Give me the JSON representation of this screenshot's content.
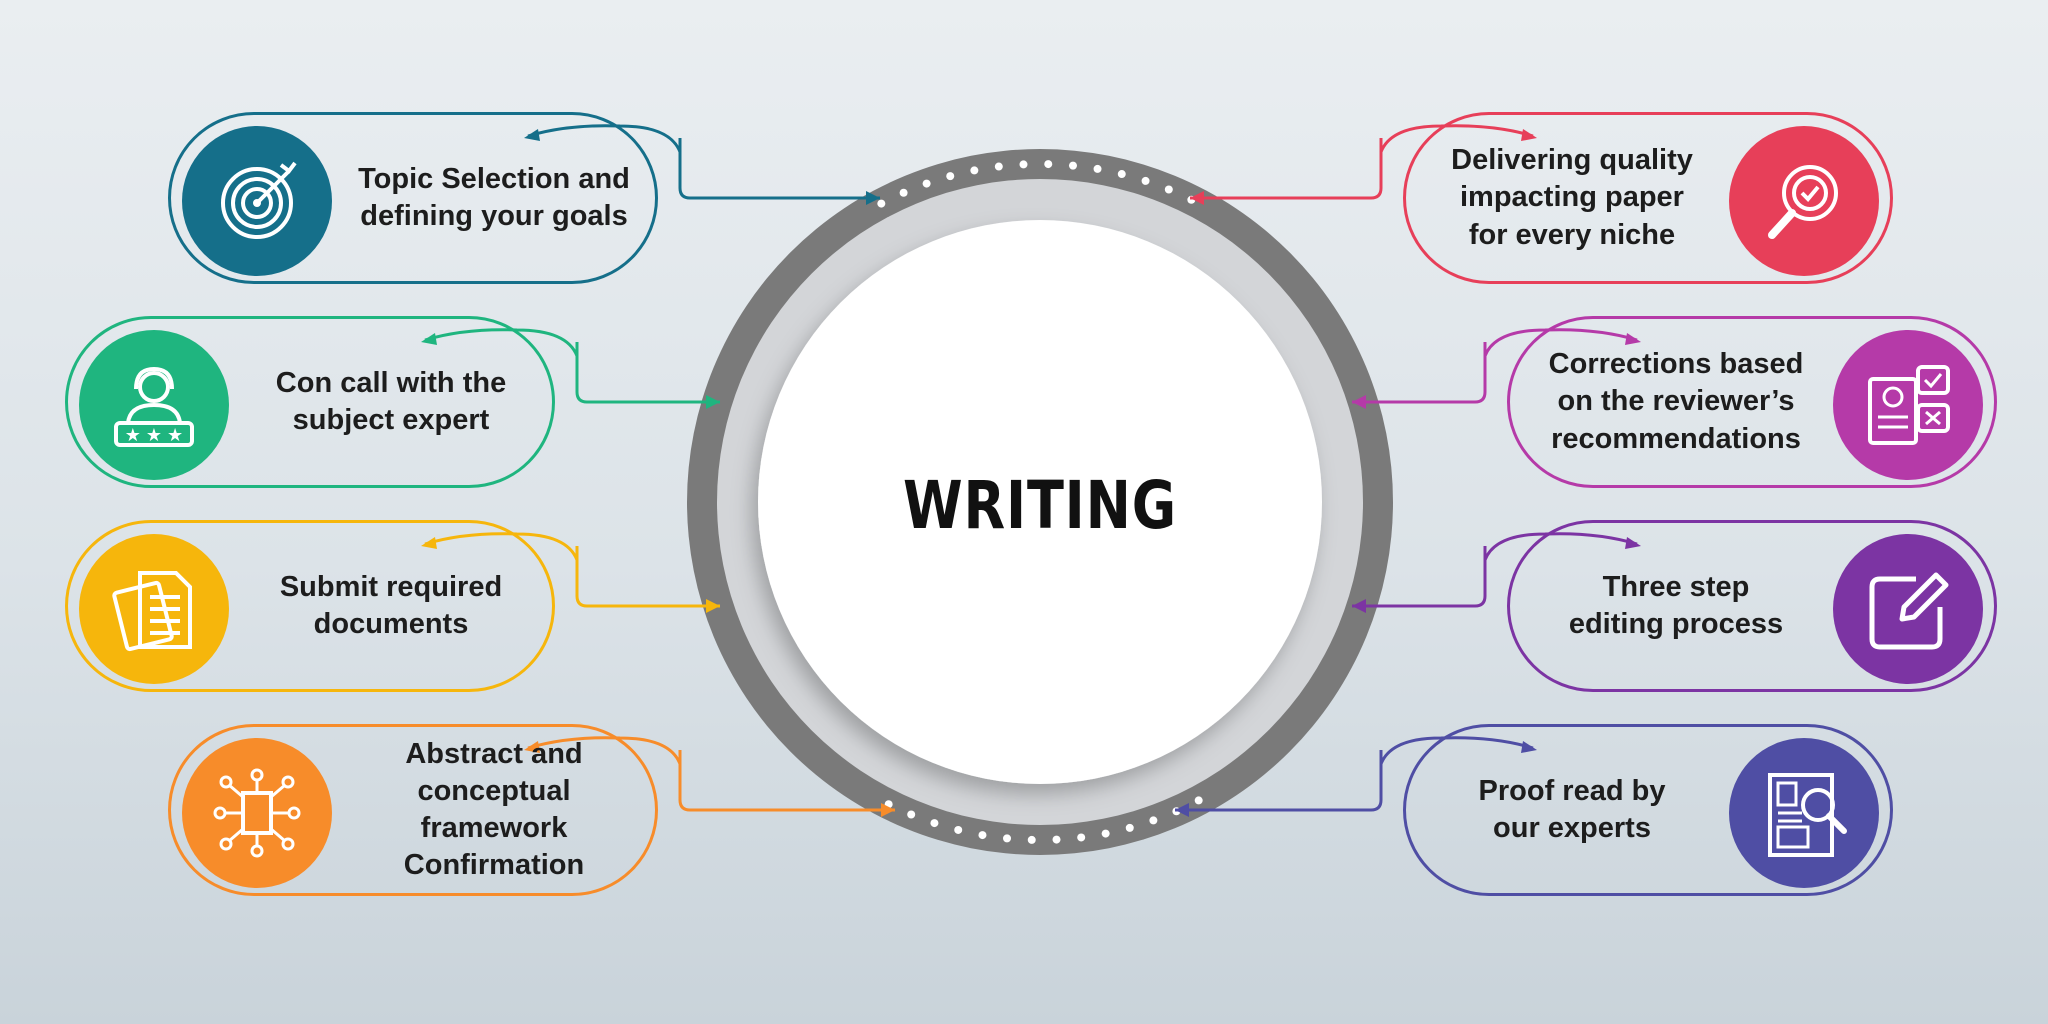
{
  "center": {
    "title": "WRITING"
  },
  "colors": {
    "ring_outer": "#7a7a7a",
    "ring_gap": "#d3d5d8",
    "center_fill": "#ffffff"
  },
  "steps": [
    {
      "id": "topic",
      "side": "left",
      "text": "Topic Selection and\ndefining your goals",
      "color": "#156f8a",
      "icon": "target-icon"
    },
    {
      "id": "con-call",
      "side": "left",
      "text": "Con call with the\nsubject expert",
      "color": "#1fb57f",
      "icon": "expert-rating-icon"
    },
    {
      "id": "submit",
      "side": "left",
      "text": "Submit required\ndocuments",
      "color": "#f6b60c",
      "icon": "documents-icon"
    },
    {
      "id": "abstract",
      "side": "left",
      "text": "Abstract and\nconceptual framework\nConfirmation",
      "color": "#f78c2a",
      "icon": "framework-icon"
    },
    {
      "id": "delivering",
      "side": "right",
      "text": "Delivering quality\nimpacting paper\nfor every niche",
      "color": "#e73f59",
      "icon": "quality-search-icon"
    },
    {
      "id": "corrections",
      "side": "right",
      "text": "Corrections based\non the reviewer’s\nrecommendations",
      "color": "#b53aa8",
      "icon": "review-icon"
    },
    {
      "id": "editing",
      "side": "right",
      "text": "Three step\nediting process",
      "color": "#7c34a3",
      "icon": "edit-icon"
    },
    {
      "id": "proofread",
      "side": "right",
      "text": "Proof read by\nour experts",
      "color": "#4f4ea4",
      "icon": "proofread-icon"
    }
  ]
}
